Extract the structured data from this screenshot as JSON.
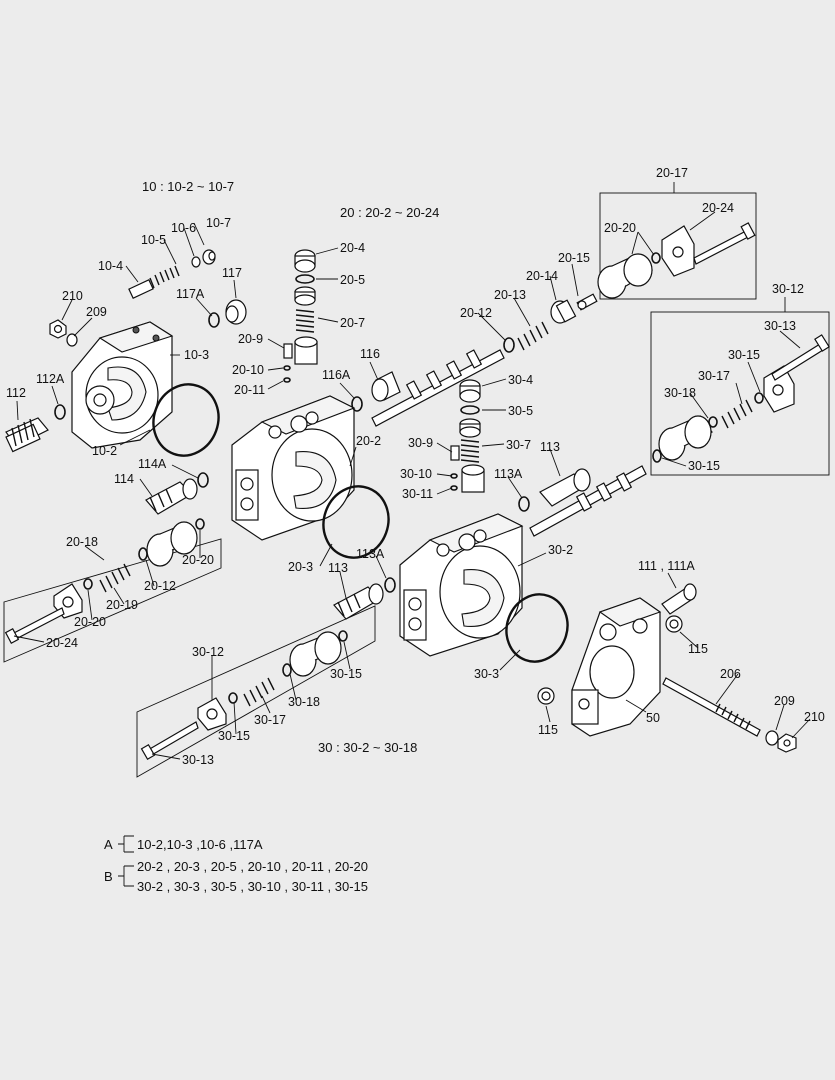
{
  "group_notes": {
    "g10": "10 : 10-2 ~ 10-7",
    "g20": "20 : 20-2 ~ 20-24",
    "g30": "30 : 30-2 ~ 30-18"
  },
  "labels": {
    "p20_17": "20-17",
    "p20_24a": "20-24",
    "p20_20a": "20-20",
    "p20_4": "20-4",
    "p20_5": "20-5",
    "p20_7": "20-7",
    "p20_9": "20-9",
    "p20_10": "20-10",
    "p20_11": "20-11",
    "p20_14": "20-14",
    "p20_15": "20-15",
    "p20_13": "20-13",
    "p20_12a": "20-12",
    "p10_7": "10-7",
    "p10_6": "10-6",
    "p10_5": "10-5",
    "p10_4": "10-4",
    "p10_3": "10-3",
    "p10_2": "10-2",
    "p117": "117",
    "p117A": "117A",
    "p210a": "210",
    "p209a": "209",
    "p112": "112",
    "p112A": "112A",
    "p116": "116",
    "p116A": "116A",
    "p30_12a": "30-12",
    "p30_13a": "30-13",
    "p30_15a": "30-15",
    "p30_17a": "30-17",
    "p30_18a": "30-18",
    "p30_15b": "30-15",
    "p30_4": "30-4",
    "p30_5": "30-5",
    "p30_7": "30-7",
    "p30_9": "30-9",
    "p30_10": "30-10",
    "p30_11": "30-11",
    "p114A": "114A",
    "p114": "114",
    "p20_2": "20-2",
    "p113a": "113",
    "p113A_a": "113A",
    "p20_18": "20-18",
    "p20_20b": "20-20",
    "p20_12b": "20-12",
    "p20_19": "20-19",
    "p20_20c": "20-20",
    "p20_24b": "20-24",
    "p20_3": "20-3",
    "p113A_b": "113A",
    "p30_2": "30-2",
    "p113b": "113",
    "p111": "111 , 111A",
    "p115a": "115",
    "p206": "206",
    "p30_3": "30-3",
    "p50": "50",
    "p30_12b": "30-12",
    "p30_15c": "30-15",
    "p30_18b": "30-18",
    "p30_17b": "30-17",
    "p30_15d": "30-15",
    "p30_13b": "30-13",
    "p115b": "115",
    "p209b": "209",
    "p210b": "210"
  },
  "legend": {
    "a_key": "A",
    "a_line": "10-2,10-3 ,10-6 ,117A",
    "b_key": "B",
    "b_line1": "20-2 , 20-3 , 20-5 , 20-10 , 20-11 , 20-20",
    "b_line2": "30-2 , 30-3 , 30-5 , 30-10 , 30-11 , 30-15"
  }
}
